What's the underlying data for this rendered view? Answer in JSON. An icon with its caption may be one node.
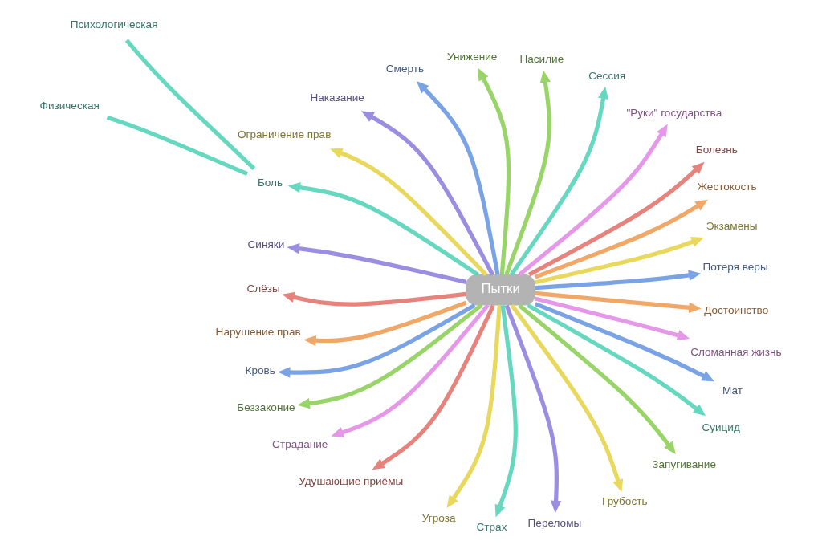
{
  "diagram": {
    "nodes": [
      {
        "text": [
          "Пытки"
        ]
      },
      {
        "text": [
          "Потеря веры"
        ]
      },
      {
        "text": [
          "Экзамены"
        ]
      },
      {
        "text": [
          "Жестокость"
        ]
      },
      {
        "text": [
          "Болезнь"
        ]
      },
      {
        "text": [
          "\"Руки\" государства"
        ]
      },
      {
        "text": [
          "Сессия"
        ]
      },
      {
        "text": [
          "Насилие"
        ]
      },
      {
        "text": [
          "Унижение"
        ]
      },
      {
        "text": [
          "Смерть"
        ]
      },
      {
        "text": [
          "Наказание"
        ]
      },
      {
        "text": [
          "Ограничение прав"
        ]
      },
      {
        "text": [
          "Боль"
        ]
      },
      {
        "text": [
          "Психологическая"
        ]
      },
      {
        "text": [
          "Физическая"
        ]
      },
      {
        "text": [
          "Синяки"
        ]
      },
      {
        "text": [
          "Слёзы"
        ]
      },
      {
        "text": [
          "Нарушение прав"
        ]
      },
      {
        "text": [
          "Кровь"
        ]
      },
      {
        "text": [
          "Беззаконие"
        ]
      },
      {
        "text": [
          "Страдание"
        ]
      },
      {
        "text": [
          "Удушающие приёмы"
        ]
      },
      {
        "text": [
          "Угроза"
        ]
      },
      {
        "text": [
          "Страх"
        ]
      },
      {
        "text": [
          "Переломы"
        ]
      },
      {
        "text": [
          "Грубость"
        ]
      },
      {
        "text": [
          "Запугивание"
        ]
      },
      {
        "text": [
          "Суицид"
        ]
      },
      {
        "text": [
          "Мат"
        ]
      },
      {
        "text": [
          "Сломанная жизнь"
        ]
      },
      {
        "text": [
          "Достоинство"
        ]
      }
    ],
    "edges": [
      {
        "from": 0,
        "to": 1,
        "arrow": "to",
        "color": "#7aa3e5"
      },
      {
        "from": 0,
        "to": 2,
        "arrow": "to",
        "color": "#e8d85e"
      },
      {
        "from": 0,
        "to": 3,
        "arrow": "to",
        "color": "#f0a868"
      },
      {
        "from": 0,
        "to": 4,
        "arrow": "to",
        "color": "#e5837c"
      },
      {
        "from": 0,
        "to": 5,
        "arrow": "to",
        "color": "#e598e8"
      },
      {
        "from": 0,
        "to": 6,
        "arrow": "to",
        "color": "#67d8c0"
      },
      {
        "from": 0,
        "to": 7,
        "arrow": "to",
        "color": "#98d468"
      },
      {
        "from": 0,
        "to": 8,
        "arrow": "to",
        "color": "#98d468"
      },
      {
        "from": 0,
        "to": 9,
        "arrow": "to",
        "color": "#7aa3e5"
      },
      {
        "from": 0,
        "to": 10,
        "arrow": "to",
        "color": "#9b8ee0"
      },
      {
        "from": 0,
        "to": 11,
        "arrow": "to",
        "color": "#e8d85e"
      },
      {
        "from": 0,
        "to": 12,
        "arrow": "to",
        "color": "#67d8c0"
      },
      {
        "from": 12,
        "to": 13,
        "arrow": "none",
        "color": "#67d8c0"
      },
      {
        "from": 12,
        "to": 14,
        "arrow": "none",
        "color": "#67d8c0"
      },
      {
        "from": 0,
        "to": 15,
        "arrow": "to",
        "color": "#9b8ee0"
      },
      {
        "from": 0,
        "to": 16,
        "arrow": "to",
        "color": "#e5837c"
      },
      {
        "from": 0,
        "to": 17,
        "arrow": "to",
        "color": "#f0a868"
      },
      {
        "from": 0,
        "to": 18,
        "arrow": "to",
        "color": "#7aa3e5"
      },
      {
        "from": 0,
        "to": 19,
        "arrow": "to",
        "color": "#98d468"
      },
      {
        "from": 0,
        "to": 20,
        "arrow": "to",
        "color": "#e598e8"
      },
      {
        "from": 0,
        "to": 21,
        "arrow": "to",
        "color": "#e5837c"
      },
      {
        "from": 0,
        "to": 22,
        "arrow": "to",
        "color": "#e8d85e"
      },
      {
        "from": 0,
        "to": 23,
        "arrow": "to",
        "color": "#67d8c0"
      },
      {
        "from": 0,
        "to": 24,
        "arrow": "to",
        "color": "#9b8ee0"
      },
      {
        "from": 0,
        "to": 25,
        "arrow": "to",
        "color": "#e8d85e"
      },
      {
        "from": 0,
        "to": 26,
        "arrow": "to",
        "color": "#98d468"
      },
      {
        "from": 0,
        "to": 27,
        "arrow": "to",
        "color": "#67d8c0"
      },
      {
        "from": 0,
        "to": 28,
        "arrow": "to",
        "color": "#7aa3e5"
      },
      {
        "from": 0,
        "to": 29,
        "arrow": "to",
        "color": "#e598e8"
      },
      {
        "from": 0,
        "to": 30,
        "arrow": "to",
        "color": "#f0a868"
      }
    ]
  }
}
